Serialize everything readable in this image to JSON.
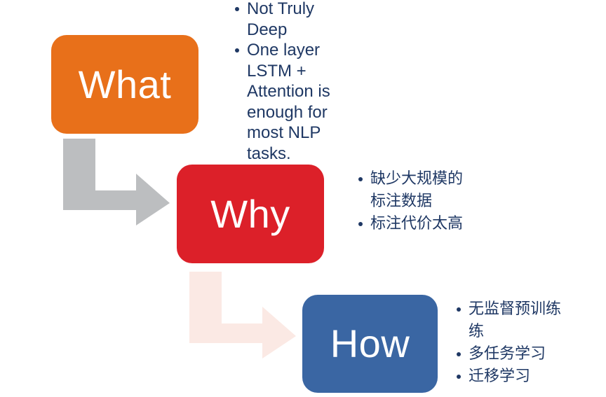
{
  "diagram": {
    "title": "What / Why / How NLP flow diagram",
    "colors": {
      "what_box": "#E8701A",
      "why_box": "#DC2029",
      "how_box": "#3A66A3",
      "arrow_first": "#BCBEC0",
      "arrow_second": "#FBE9E4",
      "text": "#1F3864",
      "box_label_text": "#FFFFFF",
      "background": "#FFFFFF"
    },
    "stages": [
      {
        "id": "what",
        "label": "What"
      },
      {
        "id": "why",
        "label": "Why"
      },
      {
        "id": "how",
        "label": "How"
      }
    ],
    "arrows": [
      {
        "id": "what-to-why",
        "from": "what",
        "to": "why",
        "shape": "elbow-down-right",
        "color": "#BCBEC0"
      },
      {
        "id": "why-to-how",
        "from": "why",
        "to": "how",
        "shape": "elbow-down-right",
        "color": "#FBE9E4"
      }
    ],
    "notes": {
      "what": [
        "Not Truly Deep",
        "One layer LSTM + Attention is enough for most NLP tasks."
      ],
      "why": [
        "缺少大规模的标注数据",
        "标注代价太高"
      ],
      "how": [
        "无监督预训练练",
        "多任务学习",
        "迁移学习"
      ]
    }
  }
}
